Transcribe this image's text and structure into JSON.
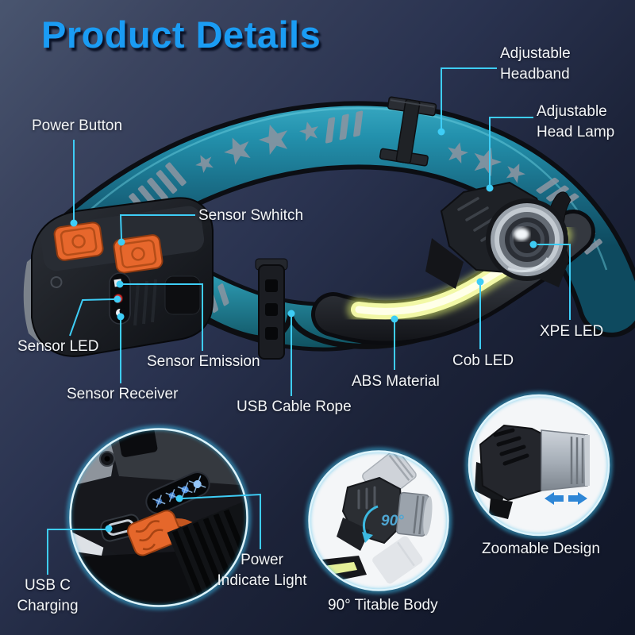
{
  "title": "Product Details",
  "labels": {
    "power_button": "Power Button",
    "adjustable_headband_line1": "Adjustable",
    "adjustable_headband_line2": "Headband",
    "adjustable_head_lamp_line1": "Adjustable",
    "adjustable_head_lamp_line2": "Head Lamp",
    "sensor_switch": "Sensor Swhitch",
    "sensor_led": "Sensor LED",
    "sensor_emission": "Sensor Emission",
    "sensor_receiver": "Sensor Receiver",
    "usb_cable_rope": "USB Cable Rope",
    "abs_material": "ABS Material",
    "cob_led": "Cob LED",
    "xpe_led": "XPE LED",
    "usb_c_line1": "USB C",
    "usb_c_line2": "Charging",
    "power_indicate_line1": "Power",
    "power_indicate_line2": "Indicate Light",
    "tilt_caption": "90° Titable Body",
    "tilt_angle": "90°",
    "zoom_caption": "Zoomable Design"
  },
  "colors": {
    "title_blue": "#1a9cf4",
    "callout_cyan": "#3ecdf6",
    "band_teal": "#1e85a0",
    "button_orange": "#e7672c",
    "cob_yellow": "#f2f8a6",
    "arrow_blue": "#2e86d6",
    "background_top": "#49556f",
    "background_bottom": "#101628"
  }
}
